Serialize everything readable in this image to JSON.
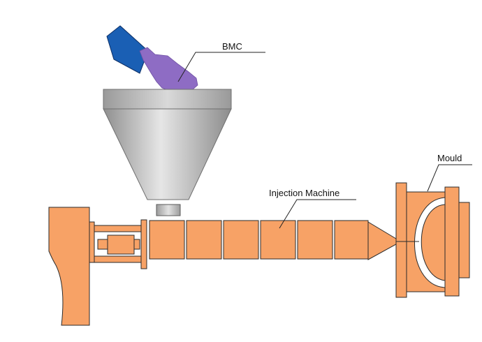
{
  "labels": {
    "bmc": "BMC",
    "injection_machine": "Injection Machine",
    "mould": "Mould"
  },
  "colors": {
    "machine_orange": "#F7A266",
    "outline": "#2b2b2b",
    "hopper_gray": "#a9a9a9",
    "scoop_blue": "#1a5fb4",
    "bmc_purple": "#8e6cc4"
  }
}
